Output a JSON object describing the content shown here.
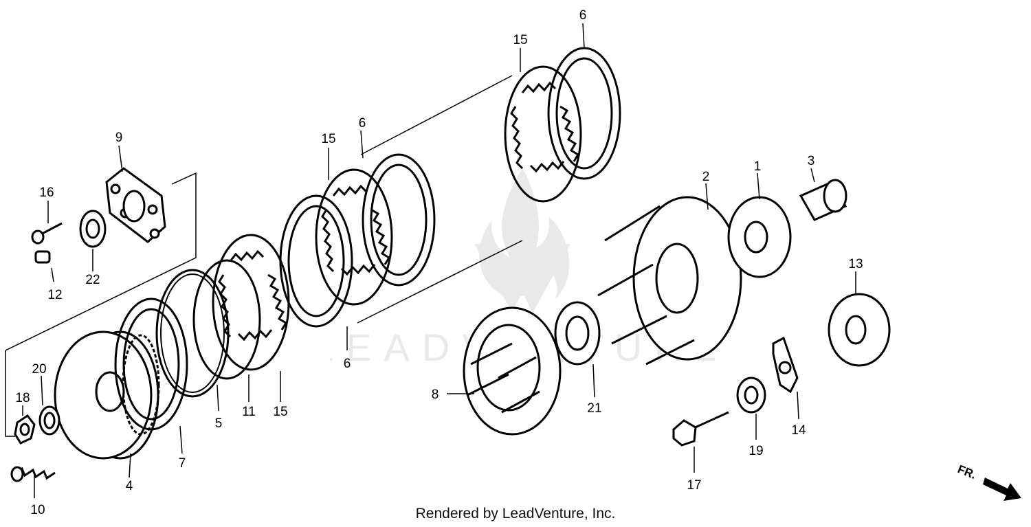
{
  "footer": {
    "text": "Rendered by LeadVenture, Inc."
  },
  "direction_arrow": {
    "label": "FR."
  },
  "watermark": {
    "icon": "leadventure-logo-icon"
  },
  "callouts": [
    {
      "id": "p1",
      "text": "1"
    },
    {
      "id": "p2",
      "text": "2"
    },
    {
      "id": "p3",
      "text": "3"
    },
    {
      "id": "p4",
      "text": "4"
    },
    {
      "id": "p5",
      "text": "5"
    },
    {
      "id": "p6a",
      "text": "6"
    },
    {
      "id": "p6b",
      "text": "6"
    },
    {
      "id": "p6c",
      "text": "6"
    },
    {
      "id": "p7",
      "text": "7"
    },
    {
      "id": "p8",
      "text": "8"
    },
    {
      "id": "p9",
      "text": "9"
    },
    {
      "id": "p10",
      "text": "10"
    },
    {
      "id": "p11",
      "text": "11"
    },
    {
      "id": "p12",
      "text": "12"
    },
    {
      "id": "p13",
      "text": "13"
    },
    {
      "id": "p14",
      "text": "14"
    },
    {
      "id": "p15a",
      "text": "15"
    },
    {
      "id": "p15b",
      "text": "15"
    },
    {
      "id": "p15c",
      "text": "15"
    },
    {
      "id": "p16",
      "text": "16"
    },
    {
      "id": "p17",
      "text": "17"
    },
    {
      "id": "p18",
      "text": "18"
    },
    {
      "id": "p19",
      "text": "19"
    },
    {
      "id": "p20",
      "text": "20"
    },
    {
      "id": "p21",
      "text": "21"
    },
    {
      "id": "p22",
      "text": "22"
    }
  ]
}
